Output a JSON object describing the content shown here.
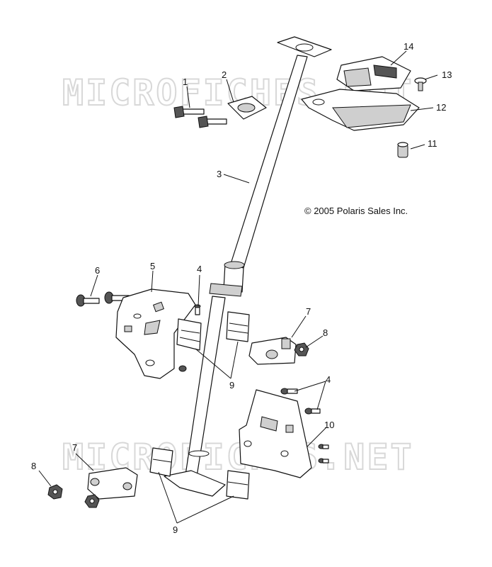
{
  "watermark": "MICROFICHES.NET",
  "copyright": "© 2005 Polaris Sales Inc.",
  "callouts": {
    "c1": "1",
    "c2": "2",
    "c3": "3",
    "c4a": "4",
    "c4b": "4",
    "c5": "5",
    "c6": "6",
    "c7a": "7",
    "c7b": "7",
    "c8a": "8",
    "c8b": "8",
    "c9a": "9",
    "c9b": "9",
    "c10": "10",
    "c11": "11",
    "c12": "12",
    "c13": "13",
    "c14": "14"
  }
}
